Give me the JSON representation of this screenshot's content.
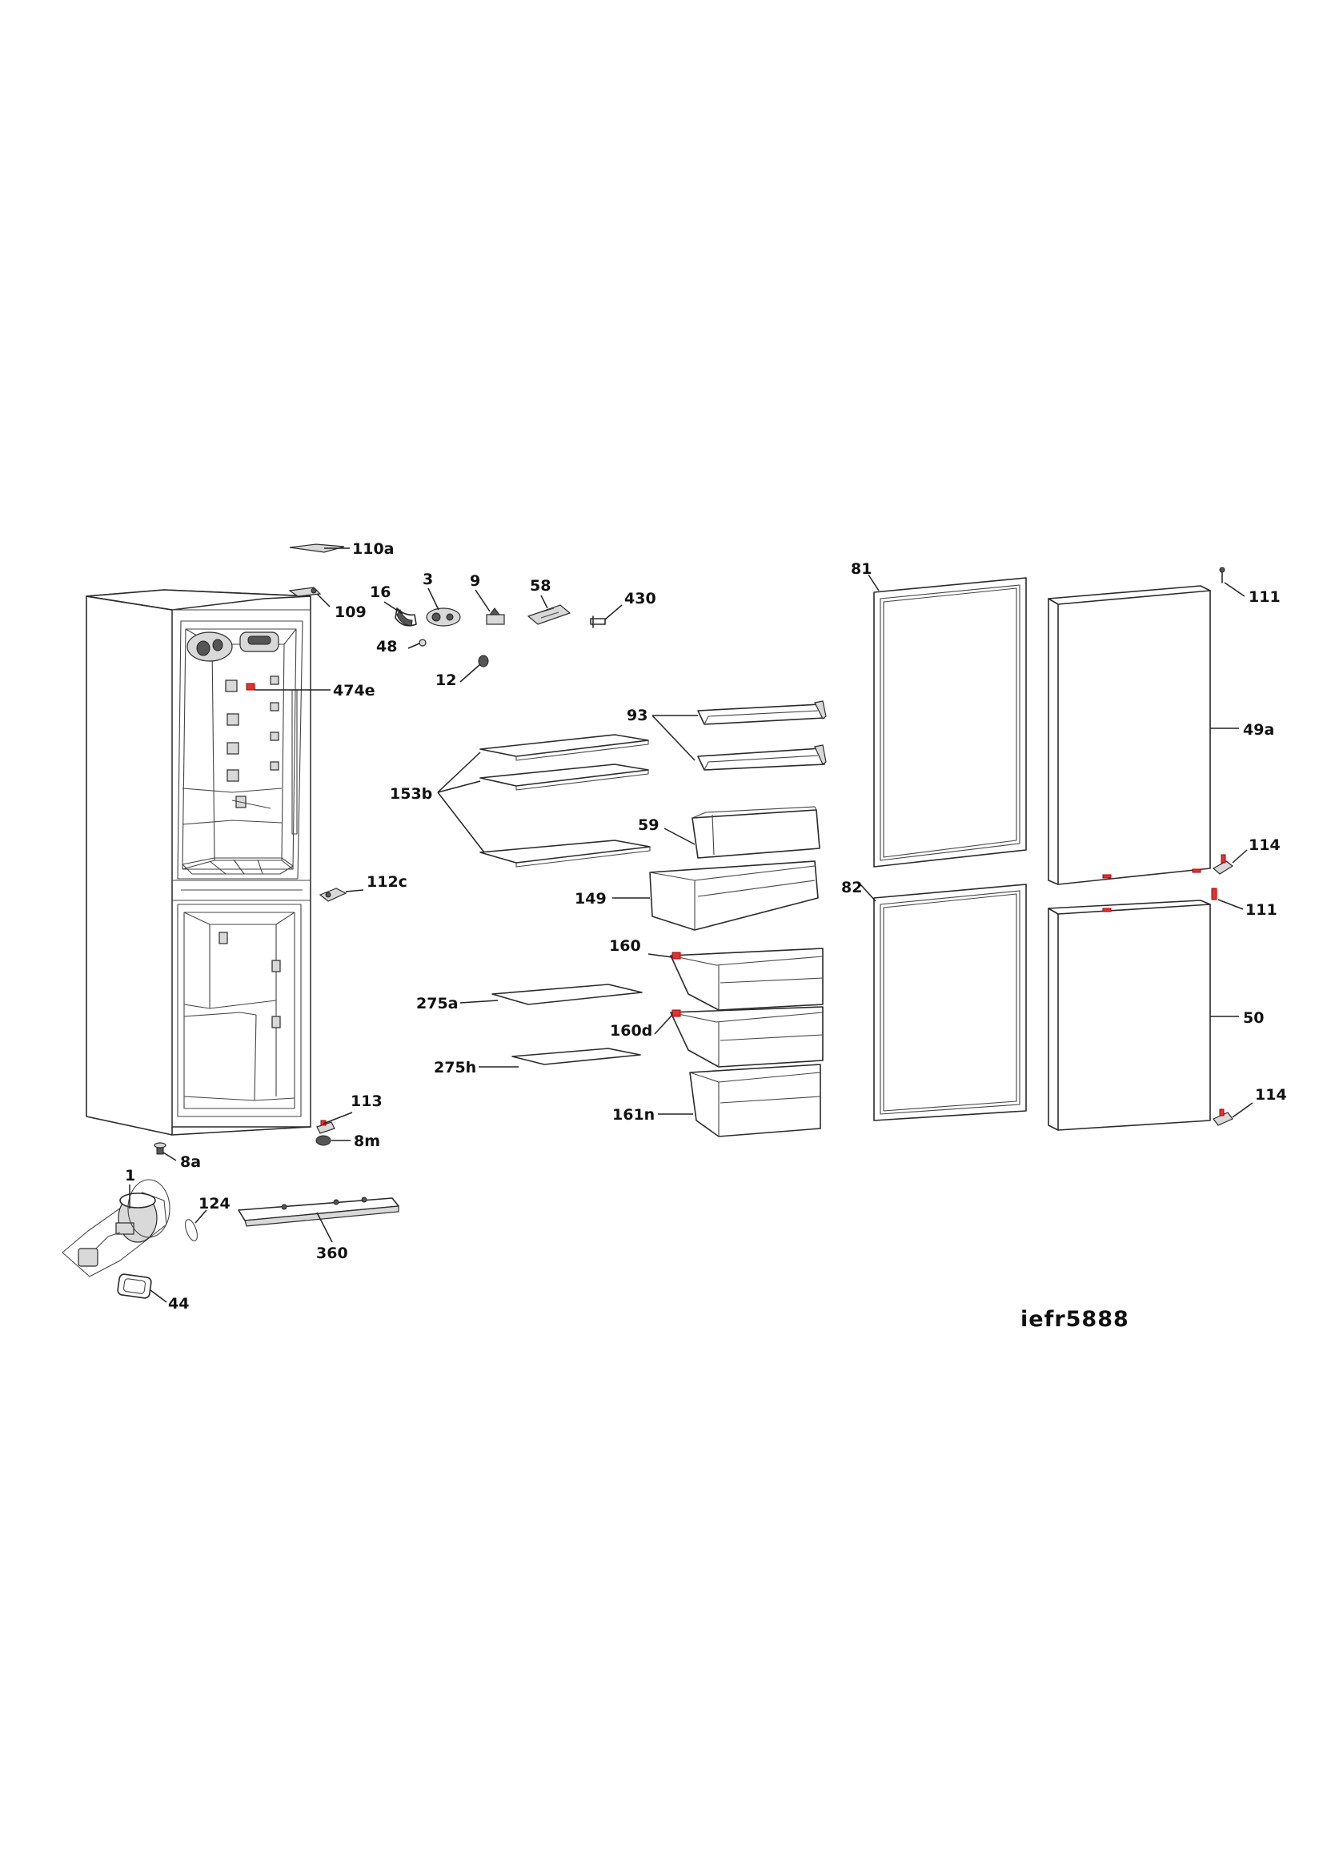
{
  "model_code": "iefr5888",
  "labels": {
    "l110a": "110a",
    "l109": "109",
    "l16": "16",
    "l3": "3",
    "l9": "9",
    "l58": "58",
    "l430": "430",
    "l48": "48",
    "l12": "12",
    "l474e": "474e",
    "l93": "93",
    "l153b": "153b",
    "l59": "59",
    "l149": "149",
    "l112c": "112c",
    "l160": "160",
    "l275a": "275a",
    "l160d": "160d",
    "l275h": "275h",
    "l161n": "161n",
    "l113": "113",
    "l8m": "8m",
    "l8a": "8a",
    "l1": "1",
    "l124": "124",
    "l360": "360",
    "l44": "44",
    "l81": "81",
    "l111top": "111",
    "l49a": "49a",
    "l114top": "114",
    "l82": "82",
    "l111mid": "111",
    "l50": "50",
    "l114bot": "114"
  }
}
